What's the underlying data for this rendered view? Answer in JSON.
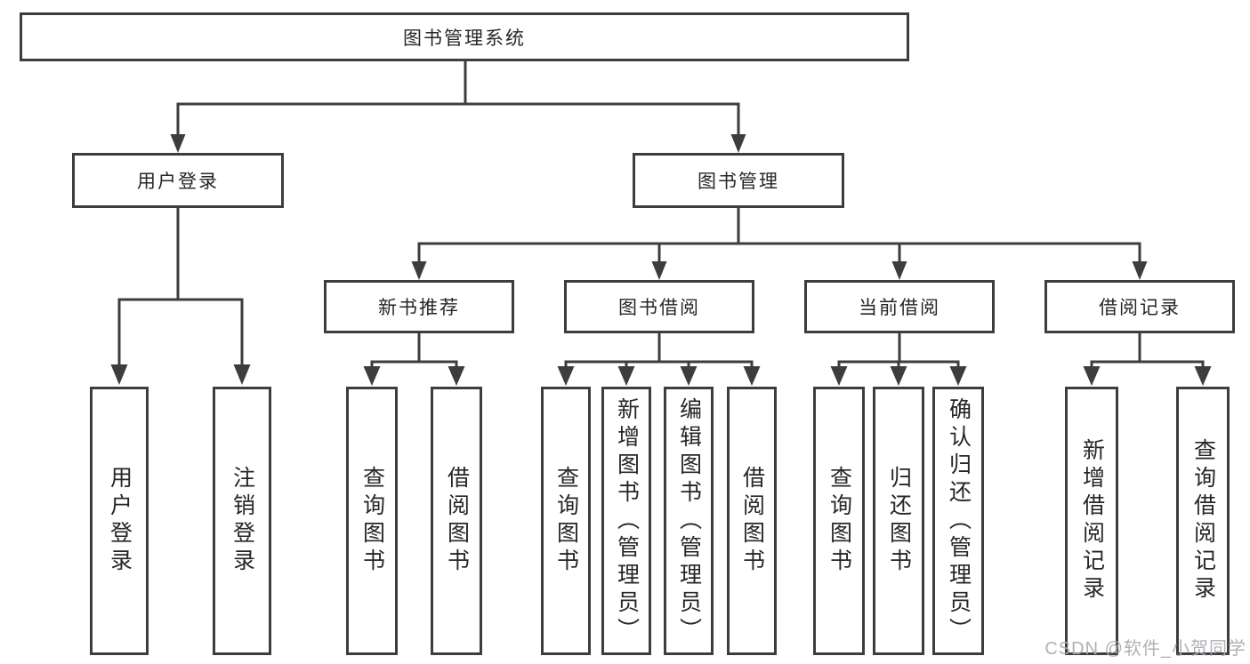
{
  "diagram_title": "图书管理系统",
  "tree": {
    "root": {
      "label": "图书管理系统"
    },
    "branches": [
      {
        "label": "用户登录",
        "children": [
          {
            "label": "用户登录"
          },
          {
            "label": "注销登录"
          }
        ]
      },
      {
        "label": "图书管理",
        "children": [
          {
            "label": "新书推荐",
            "children": [
              {
                "label": "查询图书"
              },
              {
                "label": "借阅图书"
              }
            ]
          },
          {
            "label": "图书借阅",
            "children": [
              {
                "label": "查询图书"
              },
              {
                "label": "新增图书（管理员）"
              },
              {
                "label": "编辑图书（管理员）"
              },
              {
                "label": "借阅图书"
              }
            ]
          },
          {
            "label": "当前借阅",
            "children": [
              {
                "label": "查询图书"
              },
              {
                "label": "归还图书"
              },
              {
                "label": "确认归还（管理员）"
              }
            ]
          },
          {
            "label": "借阅记录",
            "children": [
              {
                "label": "新增借阅记录"
              },
              {
                "label": "查询借阅记录"
              }
            ]
          }
        ]
      }
    ]
  },
  "colors": {
    "line": "#3d3d3f",
    "text": "#262628",
    "watermark": "#acacb2",
    "background": "#ffffff"
  },
  "watermark": {
    "text": "CSDN @软件_小贺同学"
  }
}
